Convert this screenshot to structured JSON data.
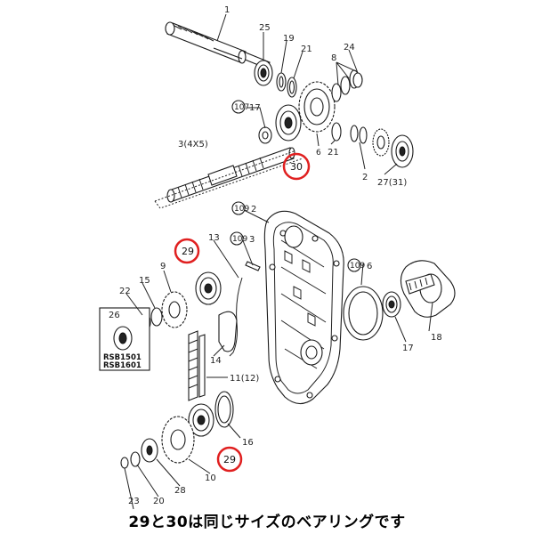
{
  "caption": "29と30は同じサイズのベアリングです",
  "highlight_color": "#e02020",
  "labels": {
    "l1": "1",
    "l25": "25",
    "l19": "19",
    "l21a": "21",
    "l24": "24",
    "l8": "8",
    "l107": "107",
    "l17a": "17",
    "l30": "30",
    "l6": "6",
    "l21b": "21",
    "l2": "2",
    "l27": "27(31)",
    "l3": "3(4X5)",
    "l109a": "109",
    "l2b": "2",
    "l109b": "109",
    "l3b": "3",
    "l29a": "29",
    "l13": "13",
    "l9": "9",
    "l15": "15",
    "l22": "22",
    "l26": "26",
    "rsb1": "RSB1501",
    "rsb2": "RSB1601",
    "l14": "14",
    "l11": "11(12)",
    "l109c": "109",
    "l6b": "6",
    "l17b": "17",
    "l18": "18",
    "l16": "16",
    "l29b": "29",
    "l10": "10",
    "l28": "28",
    "l20": "20",
    "l23": "23"
  }
}
